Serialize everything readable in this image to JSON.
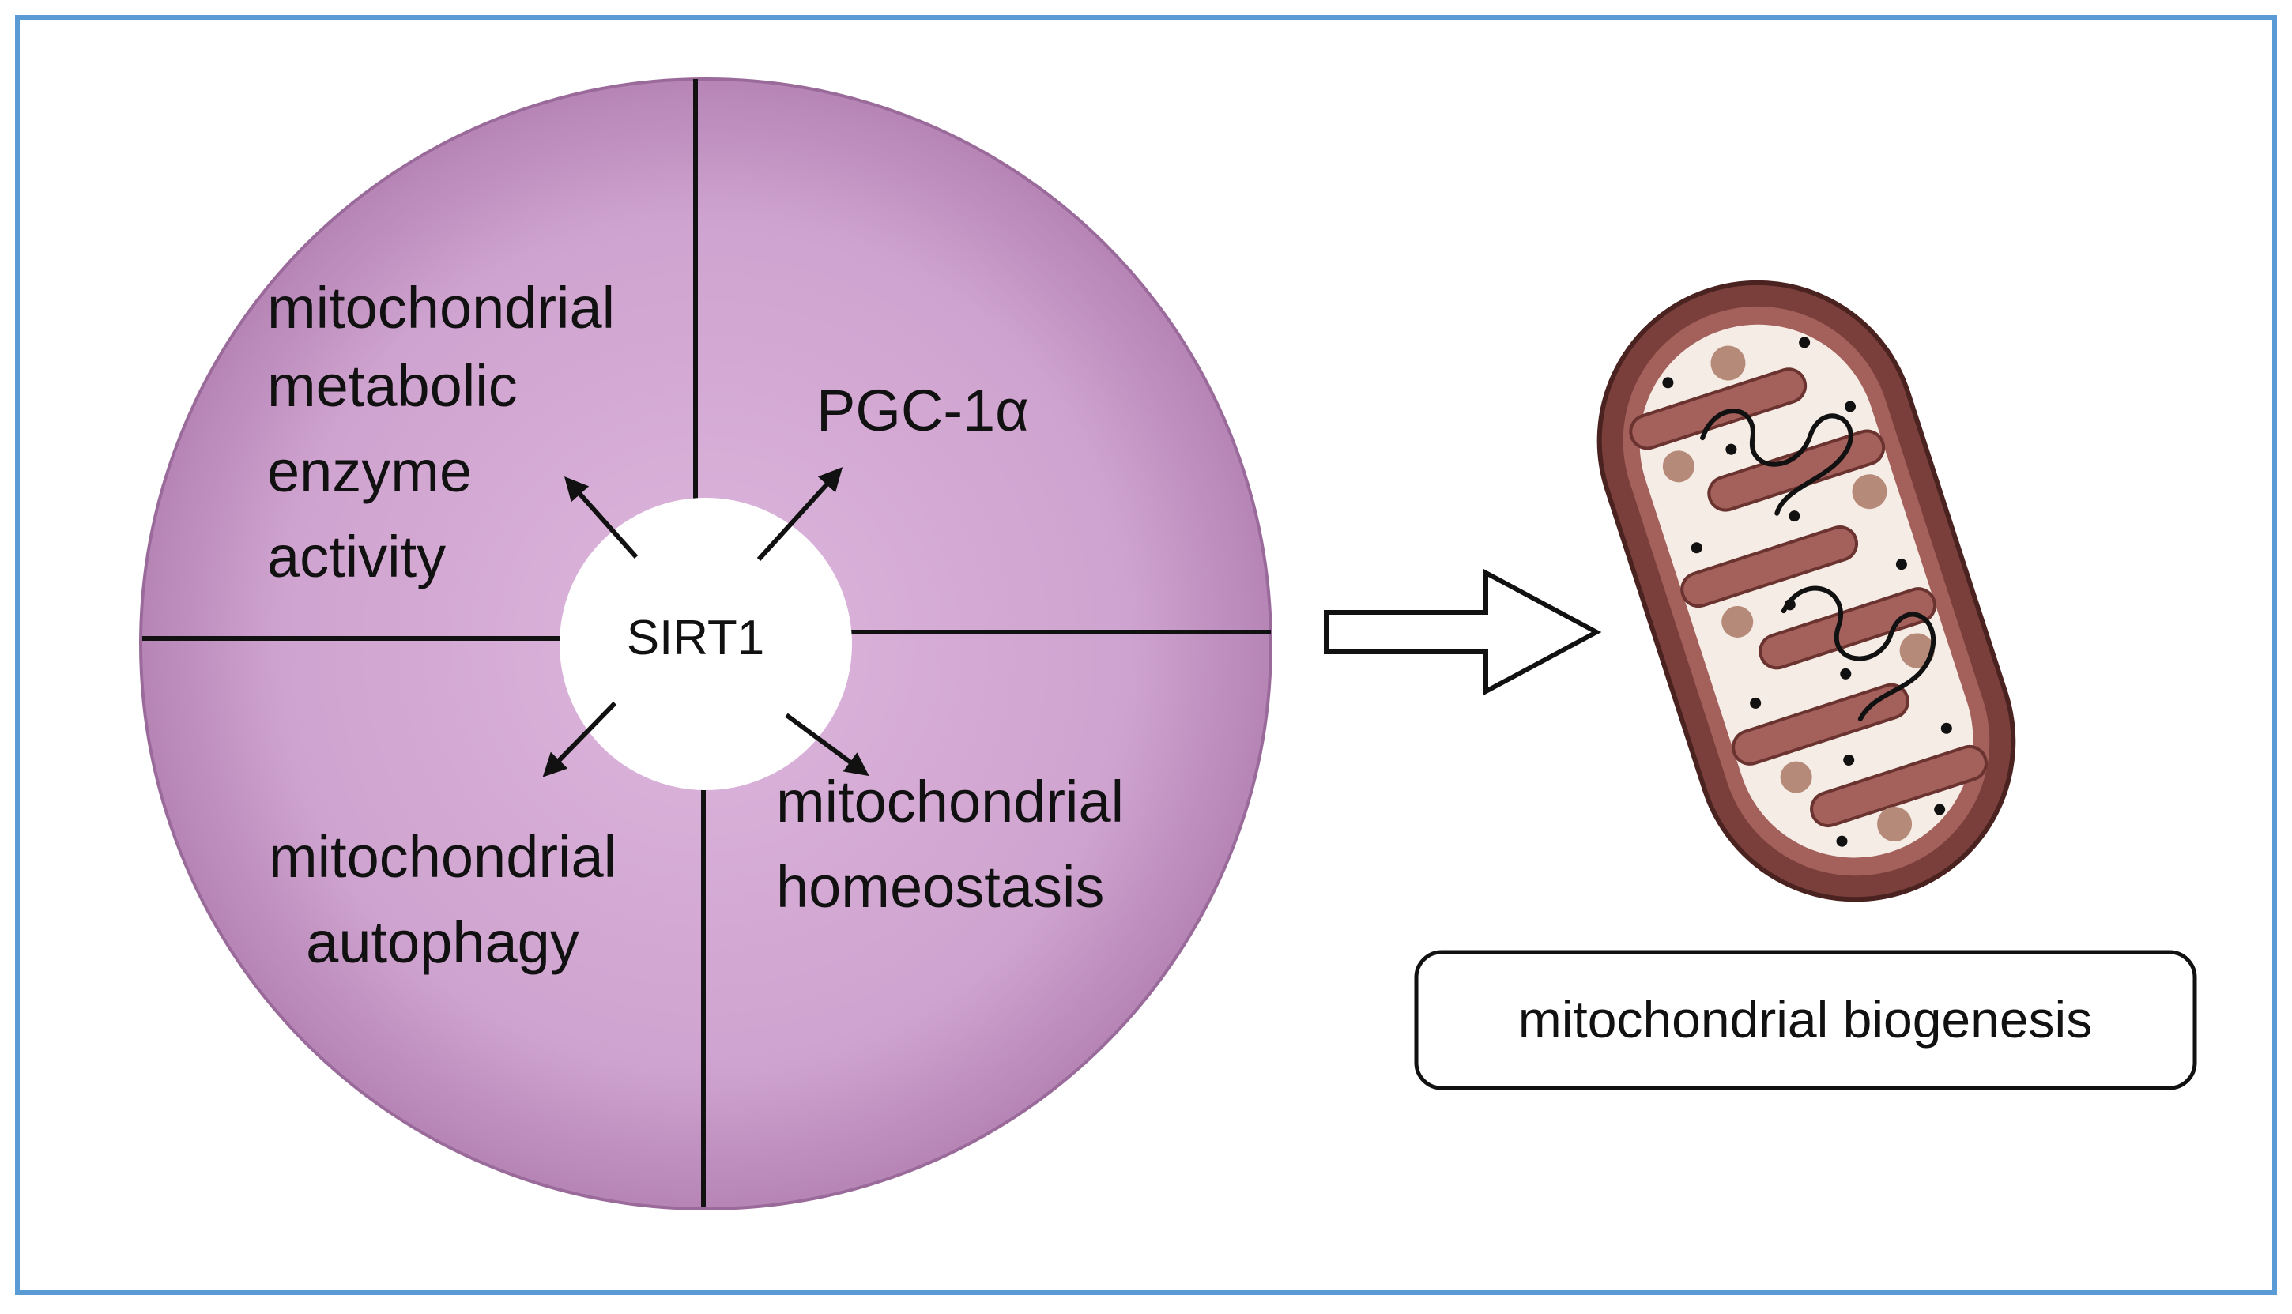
{
  "diagram": {
    "center_label": "SIRT1",
    "quadrants": {
      "top_left": [
        "mitochondrial",
        "metabolic",
        "enzyme",
        "activity"
      ],
      "top_right": [
        "PGC-1α"
      ],
      "bottom_left": [
        "mitochondrial",
        "autophagy"
      ],
      "bottom_right": [
        "mitochondrial",
        "homeostasis"
      ]
    },
    "outcome_label": "mitochondrial biogenesis"
  },
  "colors": {
    "border": "#5b9bd5",
    "circle_fill": "#d2a9d2",
    "circle_edge": "#a77aa7",
    "line": "#111111",
    "mito_outer": "#7a3f3a",
    "mito_inner": "#f6ece6"
  },
  "icons": {
    "arrow": "hollow-right-arrow",
    "organelle": "mitochondrion-illustration"
  }
}
